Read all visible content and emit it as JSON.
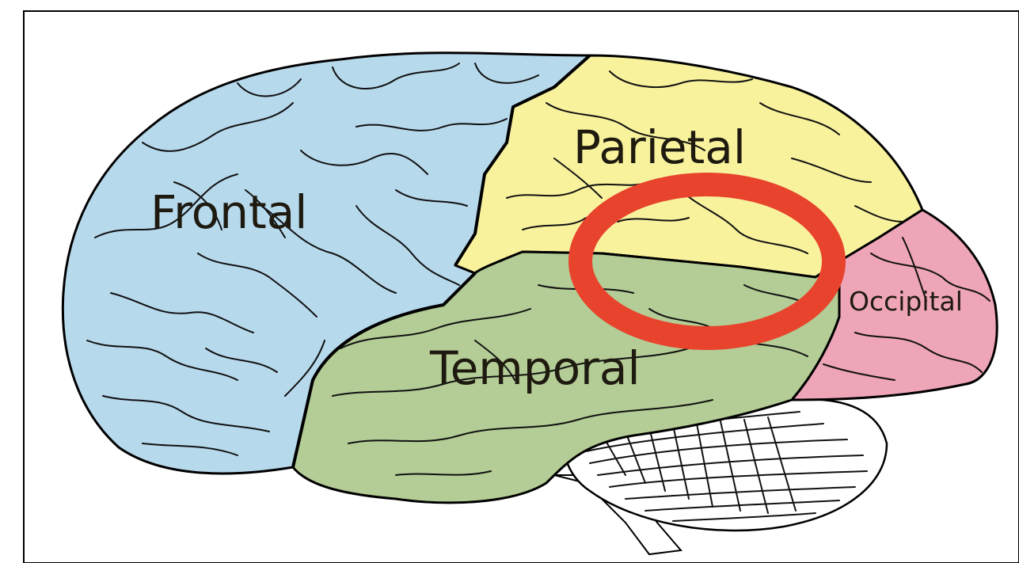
{
  "labels": {
    "frontal": "Frontal",
    "parietal": "Parietal",
    "temporal": "Temporal",
    "occipital": "Occipital"
  },
  "colors": {
    "frontal": "#b7d9ec",
    "parietal": "#f8f29d",
    "temporal": "#b4cc95",
    "occipital": "#eea5b7",
    "highlight_ring": "#e8432d",
    "cerebellum": "#ffffff",
    "frame_border": "#000000"
  },
  "highlight": {
    "shape": "ring",
    "region": "parietal-temporal junction"
  }
}
